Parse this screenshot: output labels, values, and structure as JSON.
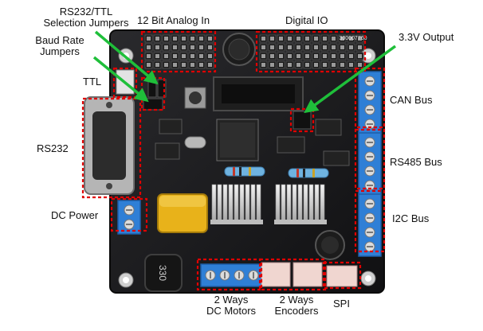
{
  "labels": {
    "rs232_ttl_line1": "RS232/TTL",
    "rs232_ttl_line2": "Selection Jumpers",
    "analog": "12 Bit Analog In",
    "digital": "Digital IO",
    "baud_line1": "Baud Rate",
    "baud_line2": "Jumpers",
    "v33": "3.3V Output",
    "ttl": "TTL",
    "can": "CAN Bus",
    "rs232": "RS232",
    "rs485": "RS485 Bus",
    "dcpower": "DC Power",
    "i2c": "I2C Bus",
    "motors_line1": "2 Ways",
    "motors_line2": "DC Motors",
    "encoders_line1": "2 Ways",
    "encoders_line2": "Encoders",
    "spi": "SPI"
  },
  "board_print": {
    "model_id": "300007760",
    "inductor": "330"
  },
  "colors": {
    "pcb": "#1a1a1c",
    "highlight_box": "#e00000",
    "arrow": "#1fbf3a",
    "terminal_block": "#2f7fd6",
    "header_pins": "#1b1b1b",
    "capacitor_yellow": "#e8b21a"
  }
}
